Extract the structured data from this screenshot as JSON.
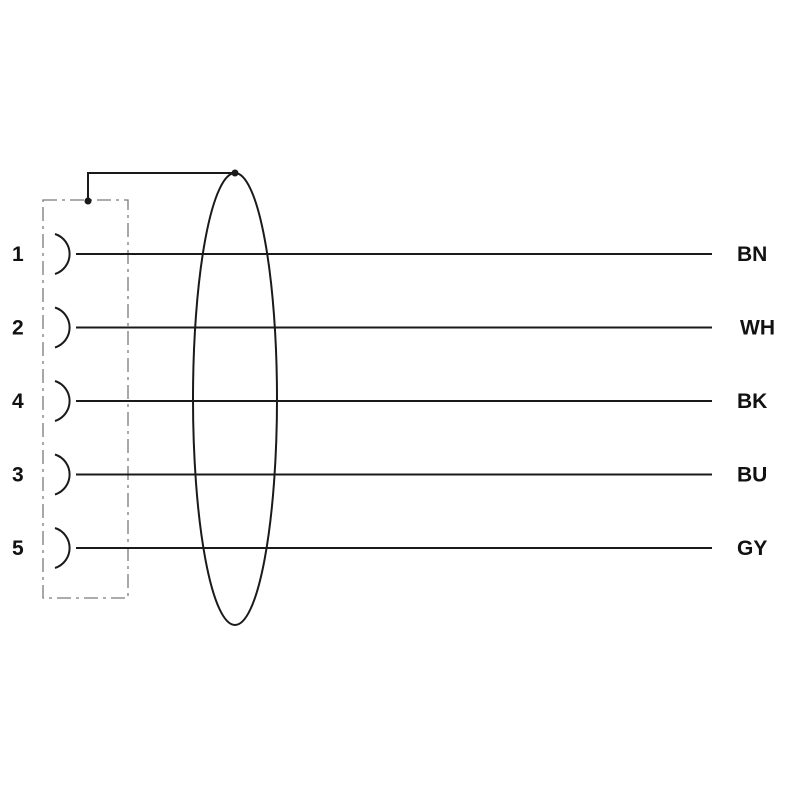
{
  "connector": {
    "pins": [
      {
        "pin": "1",
        "wire": "BN"
      },
      {
        "pin": "2",
        "wire": "WH"
      },
      {
        "pin": "4",
        "wire": "BK"
      },
      {
        "pin": "3",
        "wire": "BU"
      },
      {
        "pin": "5",
        "wire": "GY"
      }
    ]
  },
  "colors": {
    "line": "#1a1a1a",
    "housing": "#7a7a7a",
    "text": "#111111"
  }
}
